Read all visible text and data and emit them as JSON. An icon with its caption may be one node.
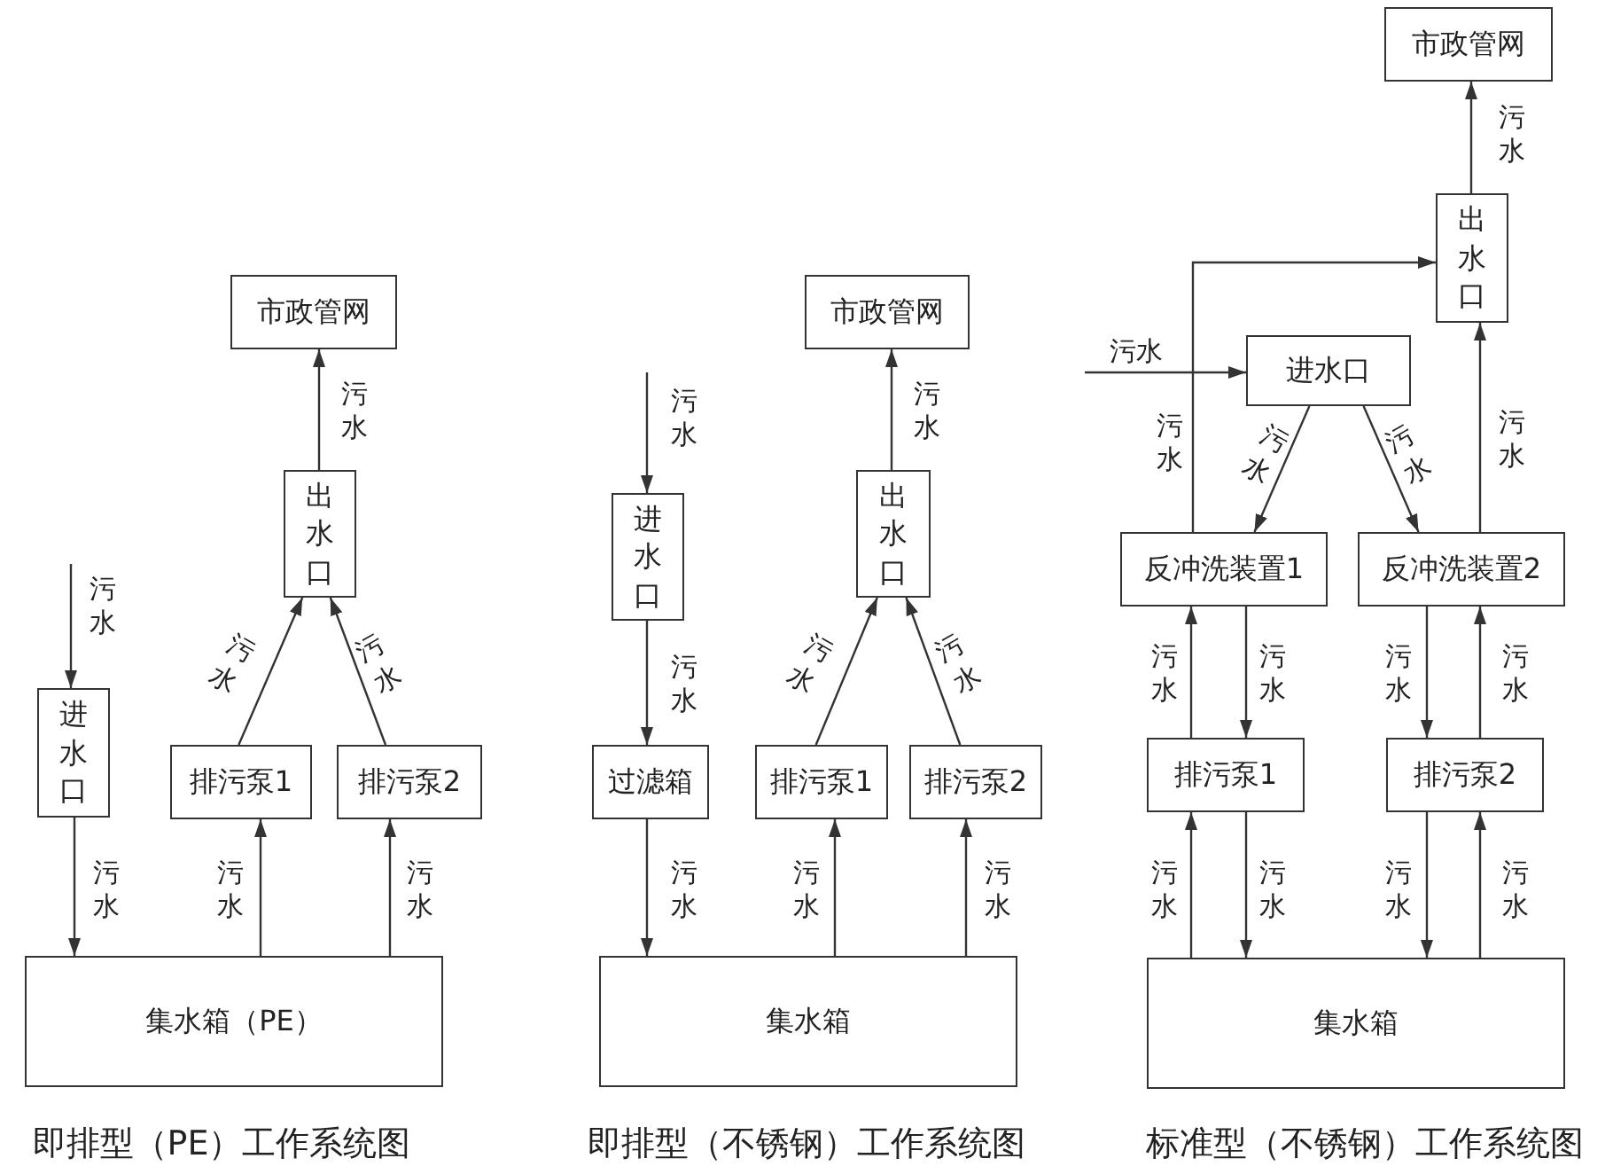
{
  "diagram": {
    "nodes": [
      {
        "text": [
          "市政管网"
        ]
      },
      {
        "text": [
          "出水口"
        ]
      },
      {
        "text": [
          "进水口"
        ]
      },
      {
        "text": [
          "排污泵1"
        ]
      },
      {
        "text": [
          "排污泵2"
        ]
      },
      {
        "text": [
          "集水箱（PE）"
        ]
      },
      {
        "text": [
          "市政管网"
        ]
      },
      {
        "text": [
          "进水口"
        ]
      },
      {
        "text": [
          "出水口"
        ]
      },
      {
        "text": [
          "过滤箱"
        ]
      },
      {
        "text": [
          "排污泵1"
        ]
      },
      {
        "text": [
          "排污泵2"
        ]
      },
      {
        "text": [
          "集水箱"
        ]
      },
      {
        "text": [
          "市政管网"
        ]
      },
      {
        "text": [
          "出水口"
        ]
      },
      {
        "text": [
          "进水口"
        ]
      },
      {
        "text": [
          "反冲洗装置1"
        ]
      },
      {
        "text": [
          "反冲洗装置2"
        ]
      },
      {
        "text": [
          "排污泵1"
        ]
      },
      {
        "text": [
          "排污泵2"
        ]
      },
      {
        "text": [
          "集水箱"
        ]
      }
    ],
    "edges": [
      {
        "from": null,
        "to": 2,
        "arrow": "to",
        "label": "污水"
      },
      {
        "from": 2,
        "to": 5,
        "arrow": "to",
        "label": "污水"
      },
      {
        "from": 5,
        "to": 3,
        "arrow": "to",
        "label": "污水"
      },
      {
        "from": 5,
        "to": 4,
        "arrow": "to",
        "label": "污水"
      },
      {
        "from": 3,
        "to": 1,
        "arrow": "to",
        "label": "污水"
      },
      {
        "from": 4,
        "to": 1,
        "arrow": "to",
        "label": "污水"
      },
      {
        "from": 1,
        "to": 0,
        "arrow": "to",
        "label": "污水"
      },
      {
        "from": null,
        "to": 7,
        "arrow": "to",
        "label": "污水"
      },
      {
        "from": 7,
        "to": 9,
        "arrow": "to",
        "label": "污水"
      },
      {
        "from": 9,
        "to": 12,
        "arrow": "to",
        "label": "污水"
      },
      {
        "from": 12,
        "to": 10,
        "arrow": "to",
        "label": "污水"
      },
      {
        "from": 12,
        "to": 11,
        "arrow": "to",
        "label": "污水"
      },
      {
        "from": 10,
        "to": 8,
        "arrow": "to",
        "label": "污水"
      },
      {
        "from": 11,
        "to": 8,
        "arrow": "to",
        "label": "污水"
      },
      {
        "from": 8,
        "to": 6,
        "arrow": "to",
        "label": "污水"
      },
      {
        "from": 14,
        "to": 13,
        "arrow": "to",
        "label": "污水"
      },
      {
        "from": null,
        "to": 15,
        "arrow": "to",
        "label": "污水"
      },
      {
        "from": 16,
        "to": 14,
        "arrow": "to",
        "label": "污水"
      },
      {
        "from": 15,
        "to": 16,
        "arrow": "to",
        "label": "污水"
      },
      {
        "from": 15,
        "to": 17,
        "arrow": "to",
        "label": "污水"
      },
      {
        "from": 17,
        "to": 14,
        "arrow": "to",
        "label": "污水"
      },
      {
        "from": 18,
        "to": 16,
        "arrow": "to",
        "label": "污水"
      },
      {
        "from": 16,
        "to": 18,
        "arrow": "to",
        "label": "污水"
      },
      {
        "from": 17,
        "to": 19,
        "arrow": "to",
        "label": "污水"
      },
      {
        "from": 19,
        "to": 17,
        "arrow": "to",
        "label": "污水"
      },
      {
        "from": 20,
        "to": 18,
        "arrow": "to",
        "label": "污水"
      },
      {
        "from": 18,
        "to": 20,
        "arrow": "to",
        "label": "污水"
      },
      {
        "from": 19,
        "to": 20,
        "arrow": "to",
        "label": "污水"
      },
      {
        "from": 20,
        "to": 19,
        "arrow": "to",
        "label": "污水"
      }
    ],
    "labels": [
      "即排型（PE）工作系统图",
      "即排型（不锈钢）工作系统图",
      "标准型（不锈钢）工作系统图"
    ]
  }
}
